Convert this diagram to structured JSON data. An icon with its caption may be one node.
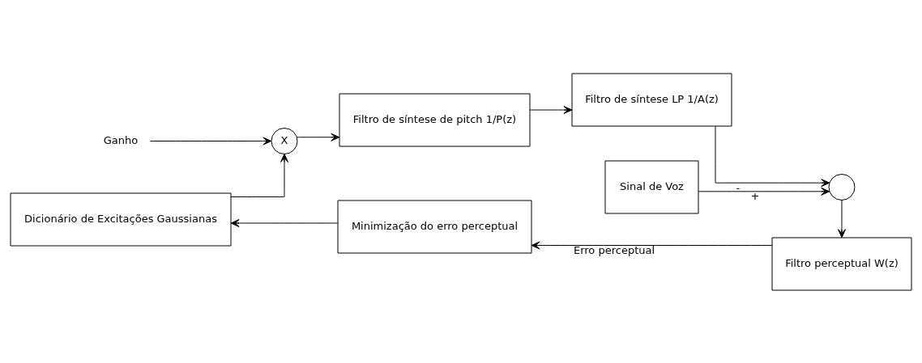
{
  "diagram": {
    "nodes": [
      {
        "text": [
          "Ganho"
        ]
      },
      {
        "text": [
          "Dicionário de Excitações Gaussianas"
        ]
      },
      {
        "text": [
          "X"
        ]
      },
      {
        "text": [
          "Filtro de síntese de pitch 1/P(z)"
        ]
      },
      {
        "text": [
          "Filtro de síntese LP 1/A(z)"
        ]
      },
      {
        "text": [
          "Sinal de Voz"
        ]
      },
      {
        "text": [],
        "shape": "circle"
      },
      {
        "text": [
          "Minimização do erro perceptual"
        ]
      },
      {
        "text": [
          "Filtro perceptual W(z)"
        ]
      }
    ],
    "edges": [
      {
        "from": 0,
        "to": 2,
        "arrow": "to"
      },
      {
        "from": 1,
        "to": 2,
        "arrow": "to"
      },
      {
        "from": 2,
        "to": 3,
        "arrow": "to"
      },
      {
        "from": 3,
        "to": 4,
        "arrow": "to"
      },
      {
        "from": 4,
        "to": 6,
        "arrow": "to",
        "label": "-"
      },
      {
        "from": 5,
        "to": 6,
        "arrow": "to",
        "label": "+"
      },
      {
        "from": 6,
        "to": 8,
        "arrow": "to"
      },
      {
        "from": 8,
        "to": 7,
        "arrow": "to",
        "label": "Erro perceptual"
      },
      {
        "from": 7,
        "to": 1,
        "arrow": "to"
      }
    ]
  }
}
